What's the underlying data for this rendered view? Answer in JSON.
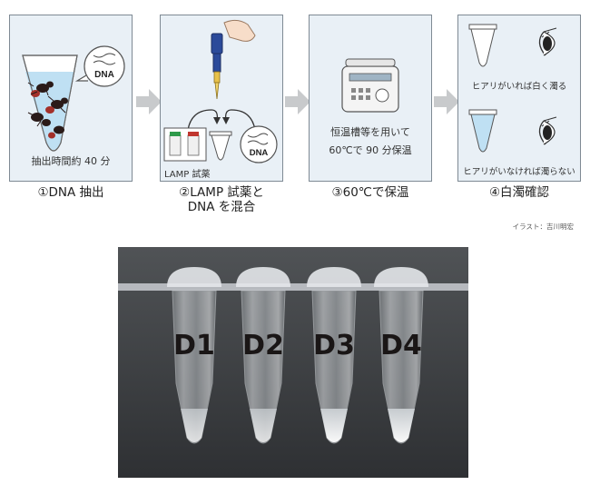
{
  "steps": [
    {
      "caption_line1": "①DNA 抽出",
      "caption_line2": "",
      "panel_text": "抽出時間約 40 分",
      "bubble_label": "DNA"
    },
    {
      "caption_line1": "②LAMP 試薬と",
      "caption_line2": "DNA を混合",
      "panel_text": "LAMP 試薬",
      "bubble_label": "DNA"
    },
    {
      "caption_line1": "③60℃で保温",
      "caption_line2": "",
      "panel_text_line1": "恒温槽等を用いて",
      "panel_text_line2": "60℃で 90 分保温"
    },
    {
      "caption_line1": "④白濁確認",
      "caption_line2": "",
      "result_positive": "ヒアリがいれば白く濁る",
      "result_negative": "ヒアリがいなければ濁らない"
    }
  ],
  "credit": "イラスト：吉川明宏",
  "photo_tube_labels": [
    "D1",
    "D2",
    "D3",
    "D4"
  ],
  "colors": {
    "panel_bg": "#e9f0f6",
    "arrow": "#c8cacc",
    "liquid": "#bfe0f3",
    "photo_bg": "#3b3d40"
  }
}
